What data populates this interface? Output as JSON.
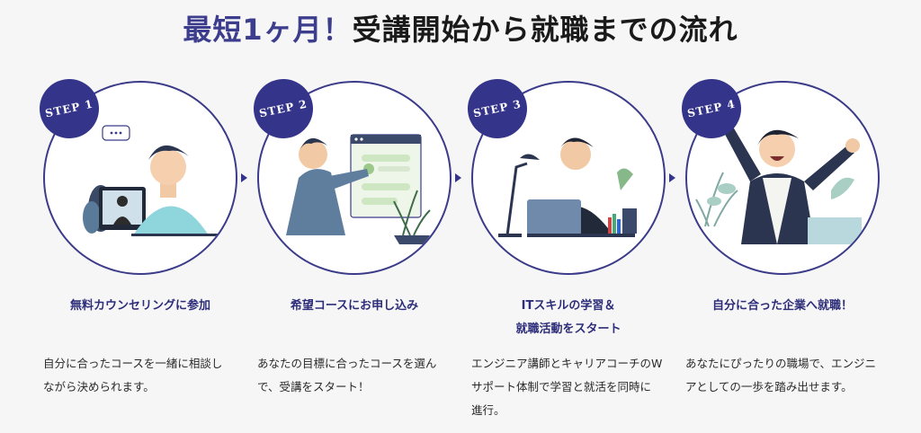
{
  "title": {
    "accent": "最短1ヶ月！",
    "main": "受講開始から就職までの流れ"
  },
  "steps": [
    {
      "badge": "STEP 1",
      "heading": [
        "無料カウンセリングに参加"
      ],
      "desc": [
        "自分に合ったコースを一緒に相談し",
        "ながら決められます。"
      ]
    },
    {
      "badge": "STEP 2",
      "heading": [
        "希望コースにお申し込み"
      ],
      "desc": [
        "あなたの目標に合ったコースを選ん",
        "で、受講をスタート！"
      ]
    },
    {
      "badge": "STEP 3",
      "heading": [
        "ITスキルの学習＆",
        "就職活動をスタート"
      ],
      "desc": [
        "エンジニア講師とキャリアコーチのW",
        "サポート体制で学習と就活を同時に",
        "進行。"
      ]
    },
    {
      "badge": "STEP 4",
      "heading": [
        "自分に合った企業へ就職！"
      ],
      "desc": [
        "あなたにぴったりの職場で、エンジニ",
        "アとしての一歩を踏み出せます。"
      ]
    }
  ],
  "colors": {
    "accent": "#3d3d8e",
    "badge": "#34348a",
    "heading": "#2d2d7a"
  }
}
